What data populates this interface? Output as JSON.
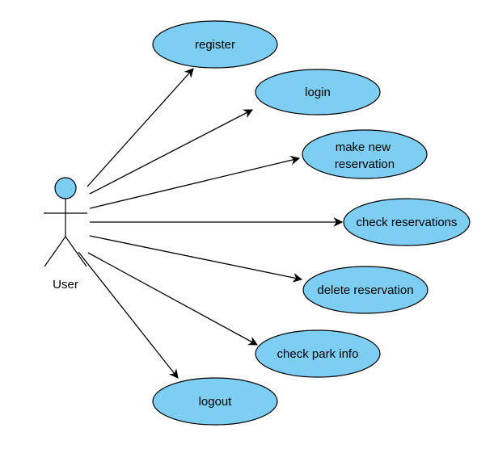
{
  "actor": {
    "label": "User"
  },
  "use_cases": [
    {
      "id": "register",
      "lines": [
        "register"
      ]
    },
    {
      "id": "login",
      "lines": [
        "login"
      ]
    },
    {
      "id": "make-new-reservation",
      "lines": [
        "make new",
        "reservation"
      ]
    },
    {
      "id": "check-reservations",
      "lines": [
        "check reservations"
      ]
    },
    {
      "id": "delete-reservation",
      "lines": [
        "delete reservation"
      ]
    },
    {
      "id": "check-park-info",
      "lines": [
        "check park info"
      ]
    },
    {
      "id": "logout",
      "lines": [
        "logout"
      ]
    }
  ],
  "colors": {
    "use_case_fill": "#7ECEF4",
    "actor_head_fill": "#7ECEF4",
    "stroke": "#000000"
  }
}
